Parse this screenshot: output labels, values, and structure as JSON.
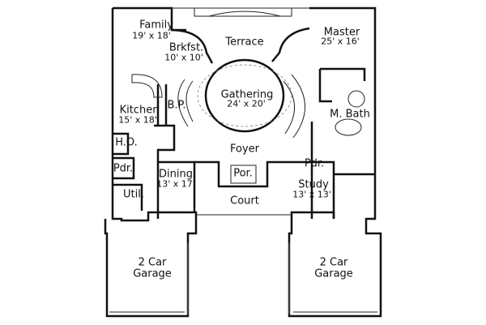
{
  "rooms": {
    "family": {
      "name": "Family",
      "size": "19' x 18'"
    },
    "brkfst": {
      "name": "Brkfst.",
      "size": "10' x 10'"
    },
    "terrace": {
      "name": "Terrace"
    },
    "master": {
      "name": "Master",
      "size": "25' x 16'"
    },
    "gathering": {
      "name": "Gathering",
      "size": "24' x 20'"
    },
    "kitchen": {
      "name": "Kitchen",
      "size": "15' x 18'"
    },
    "bp": {
      "name": "B.P."
    },
    "mbath": {
      "name": "M. Bath"
    },
    "ho": {
      "name": "H.O."
    },
    "foyer": {
      "name": "Foyer"
    },
    "pdr_left": {
      "name": "Pdr."
    },
    "pdr_right": {
      "name": "Pdr."
    },
    "por": {
      "name": "Por."
    },
    "dining": {
      "name": "Dining",
      "size": "13' x 17'"
    },
    "util": {
      "name": "Util."
    },
    "study": {
      "name": "Study",
      "size": "13' x 13'"
    },
    "court": {
      "name": "Court"
    },
    "garage_left": {
      "name": "2 Car",
      "sub": "Garage"
    },
    "garage_right": {
      "name": "2 Car",
      "sub": "Garage"
    }
  }
}
